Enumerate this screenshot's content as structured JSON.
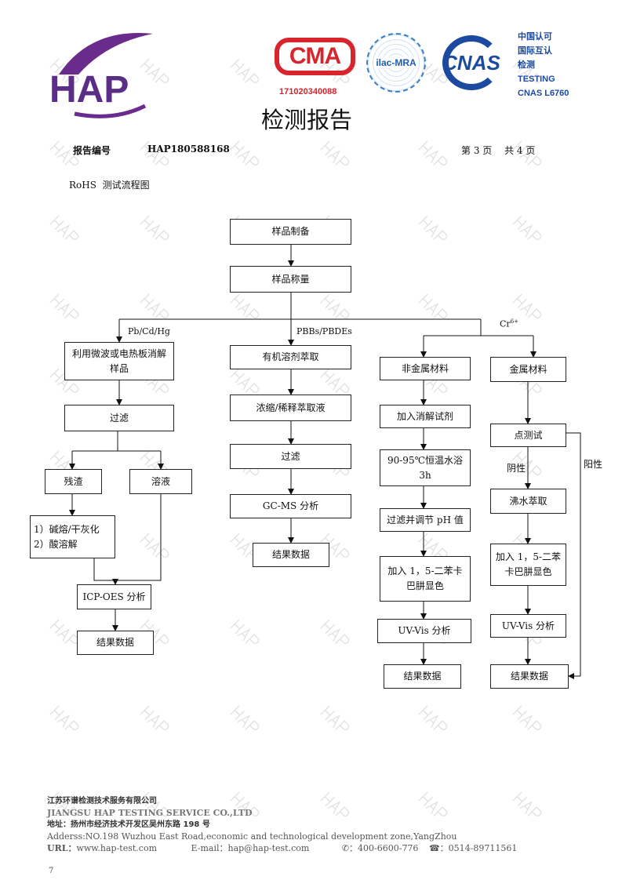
{
  "watermark": "HAP",
  "header": {
    "logo_text": "HAP",
    "cma_text": "CMA",
    "cma_number": "171020340088",
    "ilac_text": "ilac-MRA",
    "cnas_text": "CNAS",
    "cnas_lines": [
      "中国认可",
      "国际互认",
      "检测",
      "TESTING",
      "CNAS L6760"
    ],
    "title": "检测报告",
    "report_no_label": "报告编号",
    "report_no": "HAP180588168",
    "page_info": "第 3 页　 共 4 页"
  },
  "section_title": "RoHS  测试流程图",
  "flow": {
    "prep": "样品制备",
    "weigh": "样品称量",
    "branch_labels": {
      "metals": "Pb/Cd/Hg",
      "pbb": "PBBs/PBDEs",
      "cr": "Cr",
      "cr_sup": "6+"
    },
    "col1": {
      "digest": "利用微波或电热板消解样品",
      "filter": "过滤",
      "residue": "残渣",
      "solution": "溶液",
      "fusion": [
        "1）碱熔/干灰化",
        "2）酸溶解"
      ],
      "icp": "ICP-OES 分析",
      "result": "结果数据"
    },
    "col2": {
      "extract": "有机溶剂萃取",
      "concentrate": "浓缩/稀释萃取液",
      "filter": "过滤",
      "gcms": "GC-MS 分析",
      "result": "结果数据"
    },
    "col3": {
      "nonmetal": "非金属材料",
      "reagent": "加入消解试剂",
      "bath": [
        "90-95℃恒温水浴",
        "3h"
      ],
      "ph": "过滤并调节 pH 值",
      "color": [
        "加入 1，5-二苯卡",
        "巴肼显色"
      ],
      "uv": "UV-Vis 分析",
      "result": "结果数据"
    },
    "col4": {
      "metal": "金属材料",
      "spot": "点测试",
      "negative": "阴性",
      "positive": "阳性",
      "boil": "沸水萃取",
      "color": [
        "加入 1，5-二苯",
        "卡巴肼显色"
      ],
      "uv": "UV-Vis 分析",
      "result": "结果数据"
    }
  },
  "footer": {
    "company_cn": "江苏环谱检测技术服务有限公司",
    "company_en": "JIANGSU HAP TESTING SERVICE CO.,LTD",
    "address_cn": "地址：扬州市经济技术开发区吴州东路 198 号",
    "address_en": "Adderss:NO.198 Wuzhou East Road,economic and technological development zone,YangZhou",
    "url_label": "URL：",
    "url": "www.hap-test.com",
    "email_label": "E-mail：",
    "email": "hap@hap-test.com",
    "phone": "：400-6600-776",
    "fax": "：0514-89711561",
    "page_number": "7"
  }
}
